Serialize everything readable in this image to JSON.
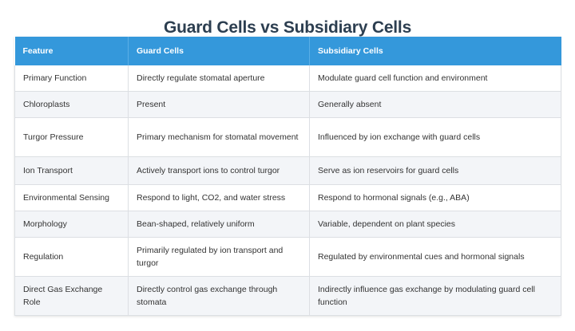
{
  "title": "Guard Cells vs Subsidiary Cells",
  "colors": {
    "header_bg": "#3498db",
    "header_text": "#ffffff",
    "title_text": "#2c3e50",
    "row_alt_bg": "#f3f5f8",
    "border": "#dcdfe3"
  },
  "table": {
    "headers": [
      "Feature",
      "Guard Cells",
      "Subsidiary Cells"
    ],
    "rows": [
      [
        "Primary Function",
        "Directly regulate stomatal aperture",
        "Modulate guard cell function and environment"
      ],
      [
        "Chloroplasts",
        "Present",
        "Generally absent"
      ],
      [
        "Turgor Pressure",
        "Primary mechanism for stomatal movement",
        "Influenced by ion exchange with guard cells"
      ],
      [
        "Ion Transport",
        "Actively transport ions to control turgor",
        "Serve as ion reservoirs for guard cells"
      ],
      [
        "Environmental Sensing",
        "Respond to light, CO2, and water stress",
        "Respond to hormonal signals (e.g., ABA)"
      ],
      [
        "Morphology",
        "Bean-shaped, relatively uniform",
        "Variable, dependent on plant species"
      ],
      [
        "Regulation",
        "Primarily regulated by ion transport and turgor",
        "Regulated by environmental cues and hormonal signals"
      ],
      [
        "Direct Gas Exchange Role",
        "Directly control gas exchange through stomata",
        "Indirectly influence gas exchange by modulating guard cell function"
      ]
    ]
  }
}
